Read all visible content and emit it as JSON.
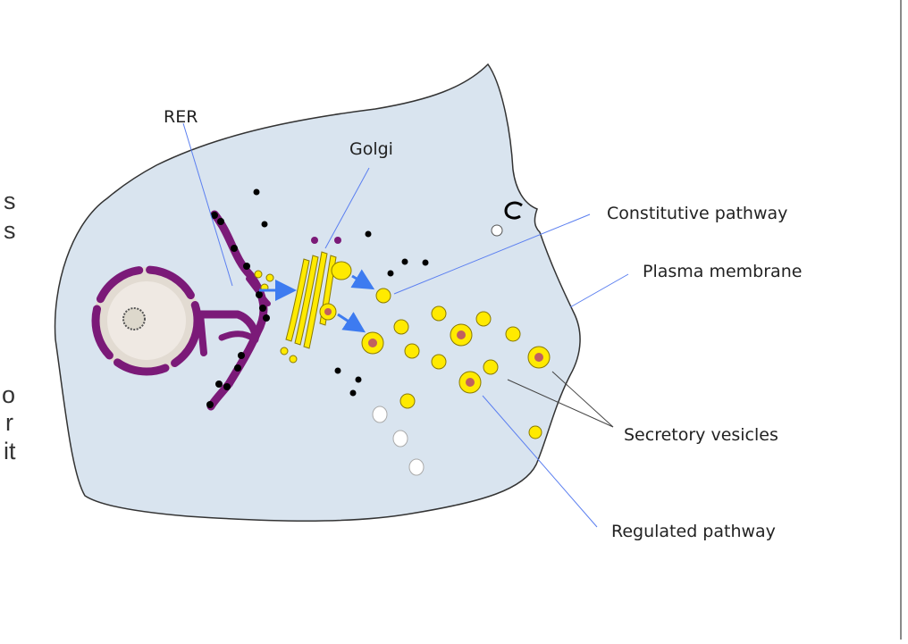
{
  "diagram": {
    "labels": {
      "rer": "RER",
      "golgi": "Golgi",
      "constitutive": "Constitutive pathway",
      "plasma": "Plasma membrane",
      "secretory": "Secretory vesicles",
      "regulated": "Regulated pathway"
    },
    "clipped_text": [
      "s",
      "s",
      "o",
      "r",
      "it"
    ]
  },
  "colors": {
    "cell_fill": "#d9e4ef",
    "er": "#7b1a78",
    "golgi_fill": "#ffea00",
    "arrow": "#3d7bf0",
    "leader": "#5b7ff0",
    "vesicle_core": "#c06060"
  }
}
